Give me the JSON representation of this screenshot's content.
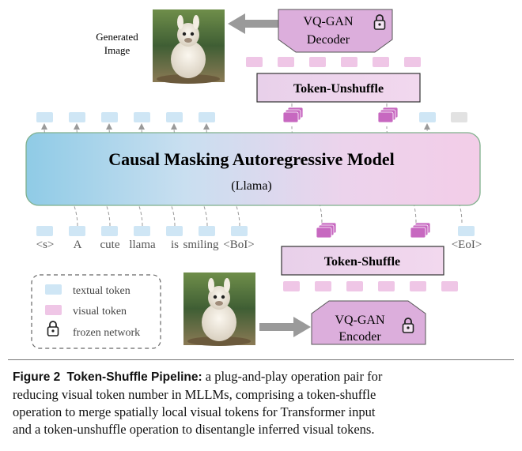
{
  "figure": {
    "generated_label_1": "Generated",
    "generated_label_2": "Image",
    "decoder_label_1": "VQ-GAN",
    "decoder_label_2": "Decoder",
    "encoder_label_1": "VQ-GAN",
    "encoder_label_2": "Encoder",
    "token_unshuffle": "Token-Unshuffle",
    "token_shuffle": "Token-Shuffle",
    "model_title": "Causal Masking Autoregressive Model",
    "model_subtitle": "(Llama)",
    "input_tokens": [
      "<s>",
      "A",
      "cute",
      "llama",
      "is",
      "smiling",
      "<BoI>",
      "<EoI>"
    ],
    "legend": {
      "textual": "textual token",
      "visual": "visual token",
      "frozen": "frozen network"
    },
    "colors": {
      "textual_token": "#cfe6f5",
      "visual_token": "#efc6e6",
      "visual_stack": "#c768c0",
      "module_fill": "#e6c6e6",
      "model_left": "#8fcbe6",
      "model_right": "#f3cde8",
      "arrow_gray": "#9a9a9a"
    },
    "icons": [
      "lock-icon",
      "llama-image"
    ]
  },
  "caption": {
    "label": "Figure 2",
    "title": "Token-Shuffle Pipeline:",
    "line1": " a plug-and-play operation pair for",
    "line2": "reducing visual token number in MLLMs, comprising a token-shuffle",
    "line3": "operation to merge spatially local visual tokens for Transformer input",
    "line4": "and a token-unshuffle operation to disentangle inferred visual tokens."
  }
}
